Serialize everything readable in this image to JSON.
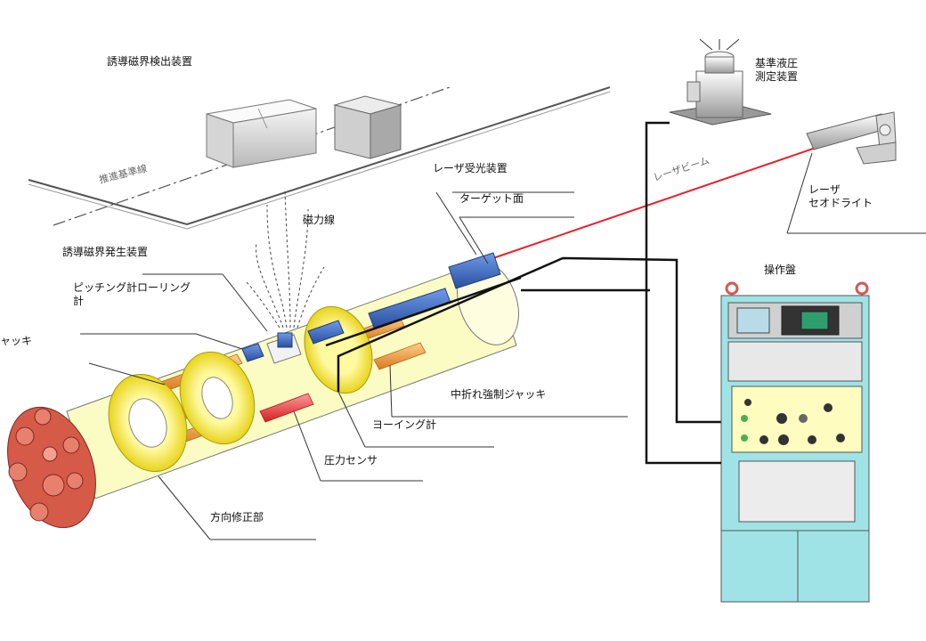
{
  "labels": {
    "detector": "誘導磁界検出装置",
    "baseline": "推進基準線",
    "magnetic_lines": "磁力線",
    "generator": "誘導磁界発生装置",
    "pitching_rolling": "ピッチング計ローリング\n計",
    "jack": "ャッキ",
    "laser_receiver": "レーザ受光装置",
    "target_face": "ターゲット面",
    "laser_beam": "レーザビーム",
    "laser_theodolite": "レーザ\nセオドライト",
    "hydraulic": "基準液圧\n測定装置",
    "console": "操作盤",
    "mid_jack": "中折れ強制ジャッキ",
    "yawing": "ヨーイング計",
    "pressure_sensor": "圧力センサ",
    "direction_correction": "方向修正部"
  },
  "colors": {
    "tube_fill": "#fbfbc4",
    "ring_yellow": "#f0e23a",
    "cutter_red": "#e06a55",
    "laser_red": "#e8202a",
    "blue_device": "#3f6fc6",
    "orange_rod": "#f1a04a",
    "console_cyan": "#9fe3e6"
  }
}
